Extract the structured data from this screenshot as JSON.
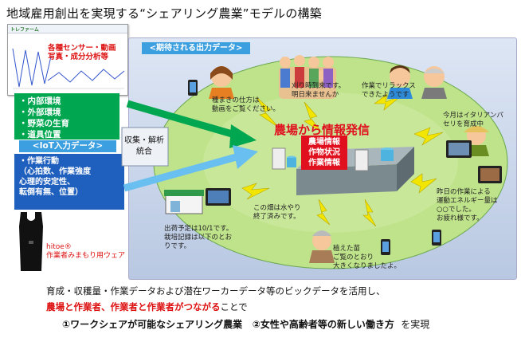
{
  "title": "地域雇用創出を実現する“シェアリング農業”モデルの構築",
  "screenshot": {
    "logo": "トレファーム",
    "sensor_lines": [
      "各種センサー・動画",
      "写真・成分分析等"
    ]
  },
  "env_items": [
    "・内部環境",
    "・外部環境",
    "・野菜の生育",
    "・道具位置"
  ],
  "iot_label": "<IoT入力データ>",
  "iot_items": [
    "・作業行動",
    "（心拍数、作業強度",
    "心理的安定性、",
    "転倒有無、位置）"
  ],
  "analysis": [
    "収集・解析",
    "統合"
  ],
  "hitoe": [
    "hitoe®",
    "作業者みまもり用ウェア"
  ],
  "output_label": "<期待される出力データ>",
  "hub": {
    "title": "農場から情報発信",
    "items": [
      "農場情報",
      "作物状況",
      "作業情報"
    ]
  },
  "messages": {
    "m1": [
      "種まきの仕方は",
      "動画をご覧ください。"
    ],
    "m2": [
      "刈り時到来です。",
      "明日来ませんか"
    ],
    "m3": [
      "作業でリラックス",
      "できたようです"
    ],
    "m4": [
      "今月はイタリアンパ",
      "セリを育成中"
    ],
    "m5": [
      "この畑は水やり",
      "終了済みです。"
    ],
    "m6": [
      "昨日の作業による",
      "運動エネルギー量は",
      "○○でした。",
      "お疲れ様です。"
    ],
    "m7": [
      "出荷予定は10/1です。",
      "栽培記録は以下のとお",
      "りです。"
    ],
    "m8": [
      "植えた苗",
      "ご覧のとおり",
      "大きくなりましたよ。"
    ]
  },
  "bottom": {
    "line1": "育成・収穫量・作業データおよび潜在ワーカーデータ等のビックデータを活用し、",
    "line2_red": "農場と作業者、作業者と作業者がつながる",
    "line2_black": "ことで",
    "line3_a": "①ワークシェアが可能なシェアリング農業",
    "line3_b": "②女性や高齢者等の新しい働き方",
    "line3_c": "を実現"
  },
  "colors": {
    "green": "#00a650",
    "blue_dark": "#1f5fbd",
    "blue_light": "#3c9fe0",
    "red": "#e0101f",
    "oval": "#bfe38a",
    "bolt": "#f2e600"
  }
}
